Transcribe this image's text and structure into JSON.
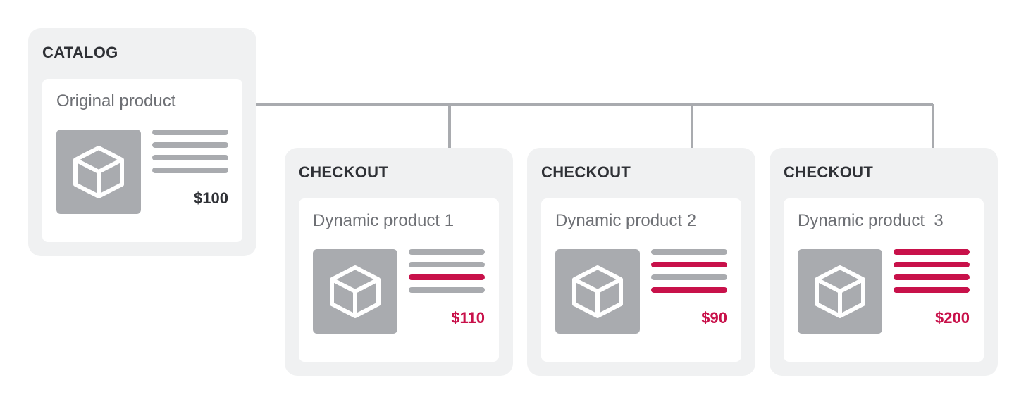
{
  "colors": {
    "panel_bg": "#f0f1f2",
    "card_bg": "#ffffff",
    "neutral": "#a9abaf",
    "accent": "#c8114a",
    "text_dark": "#2f3136",
    "text_muted": "#6e7075"
  },
  "catalog": {
    "title": "CATALOG",
    "card": {
      "name": "Original product",
      "price": "$100",
      "icon": "box-icon",
      "lines": [
        "neutral",
        "neutral",
        "neutral",
        "neutral"
      ]
    }
  },
  "checkouts": [
    {
      "title": "CHECKOUT",
      "card": {
        "name": "Dynamic product 1",
        "price": "$110",
        "icon": "box-icon",
        "lines": [
          "neutral",
          "neutral",
          "accent",
          "neutral"
        ]
      }
    },
    {
      "title": "CHECKOUT",
      "card": {
        "name": "Dynamic product 2",
        "price": "$90",
        "icon": "box-icon",
        "lines": [
          "neutral",
          "accent",
          "neutral",
          "accent"
        ]
      }
    },
    {
      "title": "CHECKOUT",
      "card": {
        "name": "Dynamic product  3",
        "price": "$200",
        "icon": "box-icon",
        "lines": [
          "accent",
          "accent",
          "accent",
          "accent"
        ]
      }
    }
  ]
}
